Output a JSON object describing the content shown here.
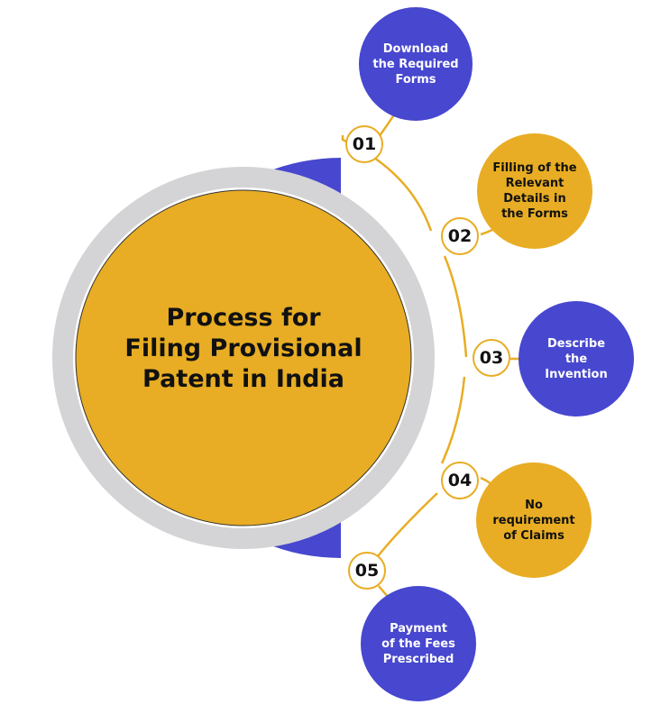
{
  "title_lines": [
    "Process for",
    "Filing Provisional",
    "Patent in India"
  ],
  "steps": [
    {
      "number": "01",
      "lines": [
        "Download",
        "the Required",
        "Forms"
      ],
      "color": "#4747cf"
    },
    {
      "number": "02",
      "lines": [
        "Filling of the",
        "Relevant",
        "Details in",
        "the Forms"
      ],
      "color": "#e8ad24"
    },
    {
      "number": "03",
      "lines": [
        "Describe",
        "the",
        "Invention"
      ],
      "color": "#4747cf"
    },
    {
      "number": "04",
      "lines": [
        "No",
        "requirement",
        "of Claims"
      ],
      "color": "#e8ad24"
    },
    {
      "number": "05",
      "lines": [
        "Payment",
        "of the Fees",
        "Prescribed"
      ],
      "color": "#4747cf"
    }
  ],
  "colors": {
    "blue": "#4747cf",
    "gold": "#e8ad24",
    "gray_ring": "#d4d4d6"
  }
}
